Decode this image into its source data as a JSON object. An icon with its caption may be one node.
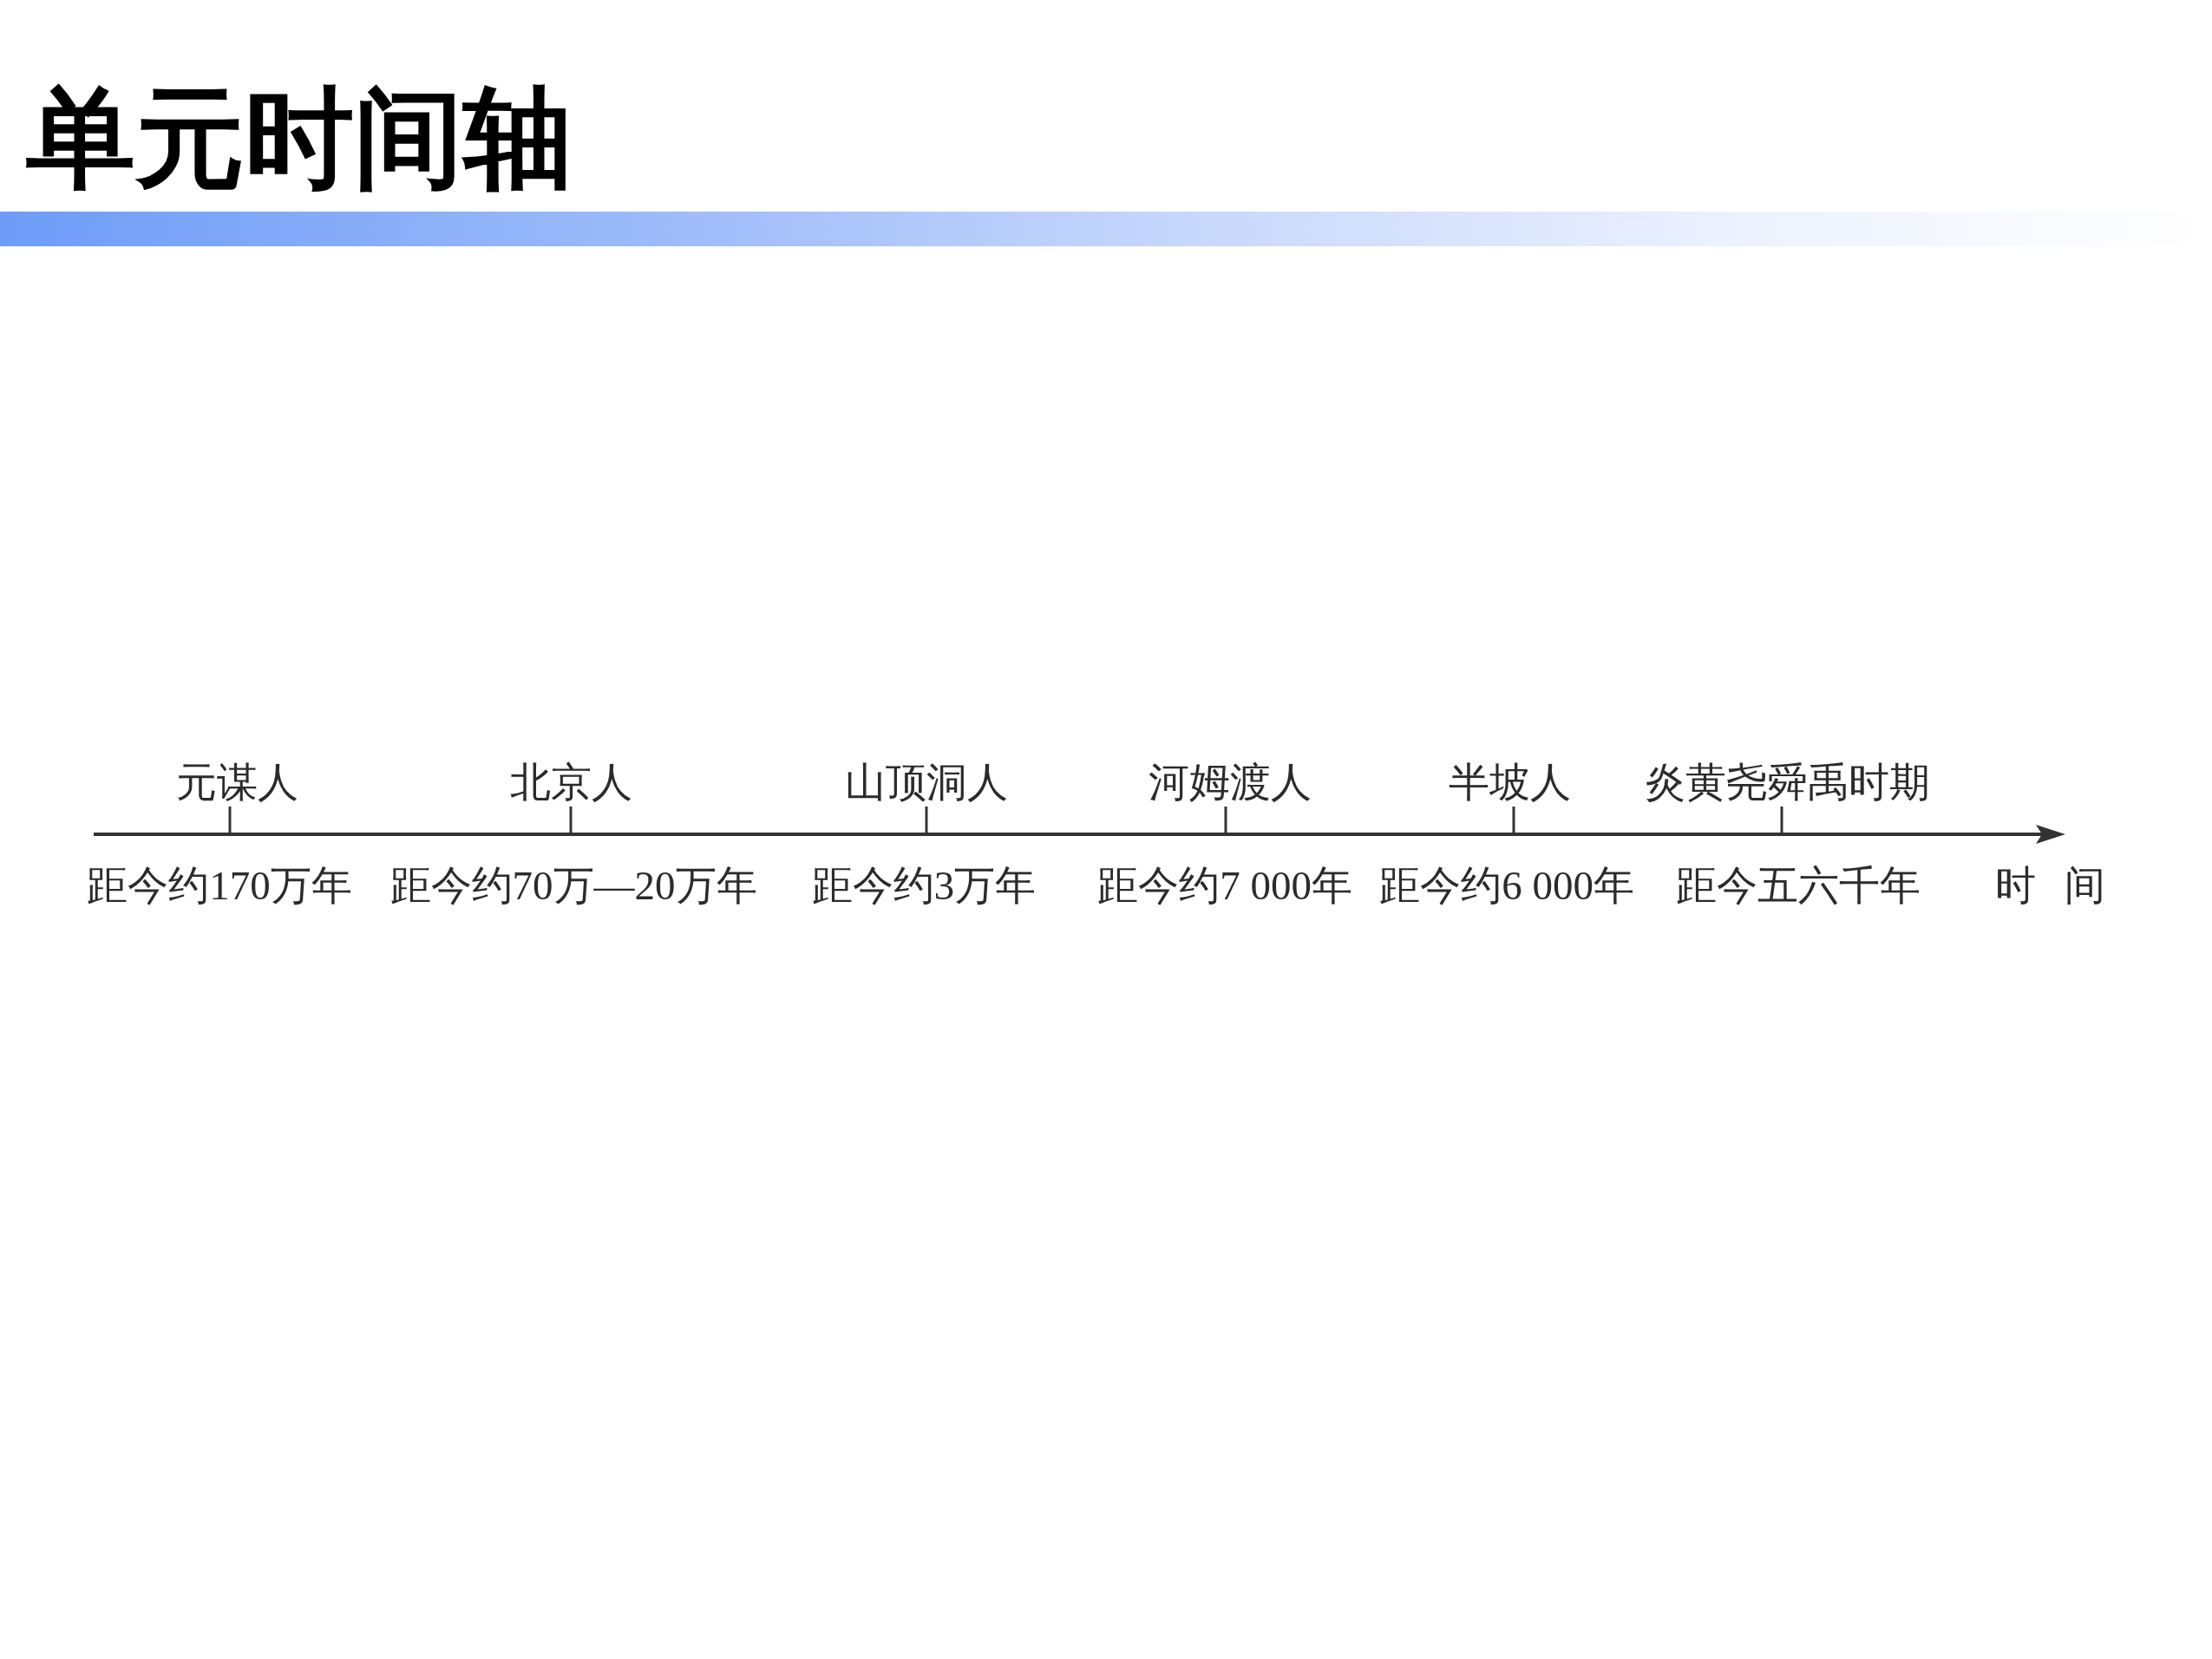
{
  "diagram": {
    "title": "单元时间轴",
    "labels": [
      "元谋人",
      "北京人",
      "山顶洞人",
      "河姆渡人",
      "半坡人",
      "炎黄尧舜禹时期",
      "距今约170万年",
      "距今约70万—20万年",
      "距今约3万年",
      "距今约7 000年",
      "距今约6 000年",
      "距今五六千年",
      "时间"
    ]
  }
}
